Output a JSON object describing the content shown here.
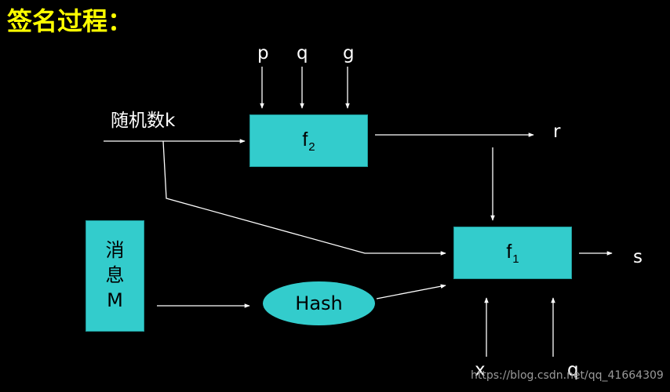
{
  "title": "签名过程：",
  "inputs": {
    "p": "p",
    "q_top": "q",
    "g": "g",
    "random_k": "随机数k",
    "x": "x",
    "q_bottom": "q"
  },
  "outputs": {
    "r": "r",
    "s": "s"
  },
  "nodes": {
    "f2": {
      "base": "f",
      "sub": "2"
    },
    "f1": {
      "base": "f",
      "sub": "1"
    },
    "hash": "Hash",
    "message": {
      "line1": "消",
      "line2": "息",
      "line3": "M"
    }
  },
  "watermark": "https://blog.csdn.net/qq_41664309",
  "colors": {
    "background": "#000000",
    "node_fill": "#33cccc",
    "title": "#ffff00",
    "lines": "#ffffff",
    "text": "#ffffff"
  }
}
